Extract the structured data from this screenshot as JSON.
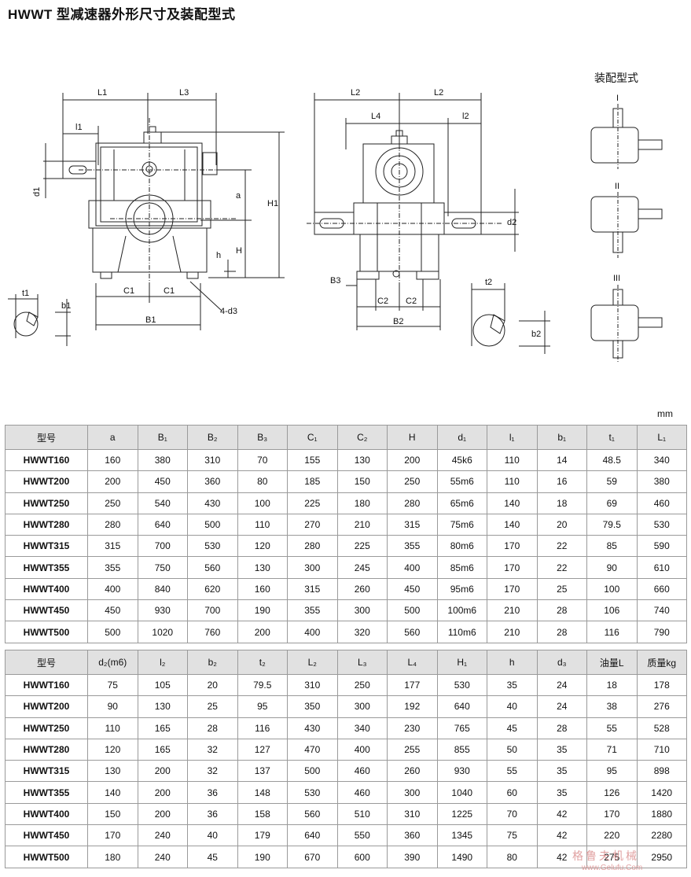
{
  "title": "HWWT 型减速器外形尺寸及装配型式",
  "unit": "mm",
  "assembly": {
    "heading": "装配型式",
    "types": [
      "I",
      "II",
      "III"
    ]
  },
  "drawing_labels": {
    "L1": "L1",
    "L3": "L3",
    "l1": "l1",
    "d1": "d1",
    "a": "a",
    "H1": "H1",
    "H": "H",
    "h": "h",
    "C1": "C1",
    "B1": "B1",
    "d3": "4-d3",
    "t1": "t1",
    "b1": "b1",
    "L2": "L2",
    "L4": "L4",
    "l2": "l2",
    "d2": "d2",
    "B3": "B3",
    "C2": "C2",
    "B2": "B2",
    "t2": "t2",
    "b2": "b2"
  },
  "table1": {
    "headers": [
      "型号",
      "a",
      "B₁",
      "B₂",
      "B₃",
      "C₁",
      "C₂",
      "H",
      "d₁",
      "l₁",
      "b₁",
      "t₁",
      "L₁"
    ],
    "rows": [
      [
        "HWWT160",
        "160",
        "380",
        "310",
        "70",
        "155",
        "130",
        "200",
        "45k6",
        "110",
        "14",
        "48.5",
        "340"
      ],
      [
        "HWWT200",
        "200",
        "450",
        "360",
        "80",
        "185",
        "150",
        "250",
        "55m6",
        "110",
        "16",
        "59",
        "380"
      ],
      [
        "HWWT250",
        "250",
        "540",
        "430",
        "100",
        "225",
        "180",
        "280",
        "65m6",
        "140",
        "18",
        "69",
        "460"
      ],
      [
        "HWWT280",
        "280",
        "640",
        "500",
        "110",
        "270",
        "210",
        "315",
        "75m6",
        "140",
        "20",
        "79.5",
        "530"
      ],
      [
        "HWWT315",
        "315",
        "700",
        "530",
        "120",
        "280",
        "225",
        "355",
        "80m6",
        "170",
        "22",
        "85",
        "590"
      ],
      [
        "HWWT355",
        "355",
        "750",
        "560",
        "130",
        "300",
        "245",
        "400",
        "85m6",
        "170",
        "22",
        "90",
        "610"
      ],
      [
        "HWWT400",
        "400",
        "840",
        "620",
        "160",
        "315",
        "260",
        "450",
        "95m6",
        "170",
        "25",
        "100",
        "660"
      ],
      [
        "HWWT450",
        "450",
        "930",
        "700",
        "190",
        "355",
        "300",
        "500",
        "100m6",
        "210",
        "28",
        "106",
        "740"
      ],
      [
        "HWWT500",
        "500",
        "1020",
        "760",
        "200",
        "400",
        "320",
        "560",
        "110m6",
        "210",
        "28",
        "116",
        "790"
      ]
    ]
  },
  "table2": {
    "headers": [
      "型号",
      "d₂(m6)",
      "l₂",
      "b₂",
      "t₂",
      "L₂",
      "L₃",
      "L₄",
      "H₁",
      "h",
      "d₃",
      "油量L",
      "质量kg"
    ],
    "rows": [
      [
        "HWWT160",
        "75",
        "105",
        "20",
        "79.5",
        "310",
        "250",
        "177",
        "530",
        "35",
        "24",
        "18",
        "178"
      ],
      [
        "HWWT200",
        "90",
        "130",
        "25",
        "95",
        "350",
        "300",
        "192",
        "640",
        "40",
        "24",
        "38",
        "276"
      ],
      [
        "HWWT250",
        "110",
        "165",
        "28",
        "116",
        "430",
        "340",
        "230",
        "765",
        "45",
        "28",
        "55",
        "528"
      ],
      [
        "HWWT280",
        "120",
        "165",
        "32",
        "127",
        "470",
        "400",
        "255",
        "855",
        "50",
        "35",
        "71",
        "710"
      ],
      [
        "HWWT315",
        "130",
        "200",
        "32",
        "137",
        "500",
        "460",
        "260",
        "930",
        "55",
        "35",
        "95",
        "898"
      ],
      [
        "HWWT355",
        "140",
        "200",
        "36",
        "148",
        "530",
        "460",
        "300",
        "1040",
        "60",
        "35",
        "126",
        "1420"
      ],
      [
        "HWWT400",
        "150",
        "200",
        "36",
        "158",
        "560",
        "510",
        "310",
        "1225",
        "70",
        "42",
        "170",
        "1880"
      ],
      [
        "HWWT450",
        "170",
        "240",
        "40",
        "179",
        "640",
        "550",
        "360",
        "1345",
        "75",
        "42",
        "220",
        "2280"
      ],
      [
        "HWWT500",
        "180",
        "240",
        "45",
        "190",
        "670",
        "600",
        "390",
        "1490",
        "80",
        "42",
        "275",
        "2950"
      ]
    ]
  },
  "watermark": {
    "text": "格鲁夫机械",
    "url": "www.Gelufu.Com"
  }
}
